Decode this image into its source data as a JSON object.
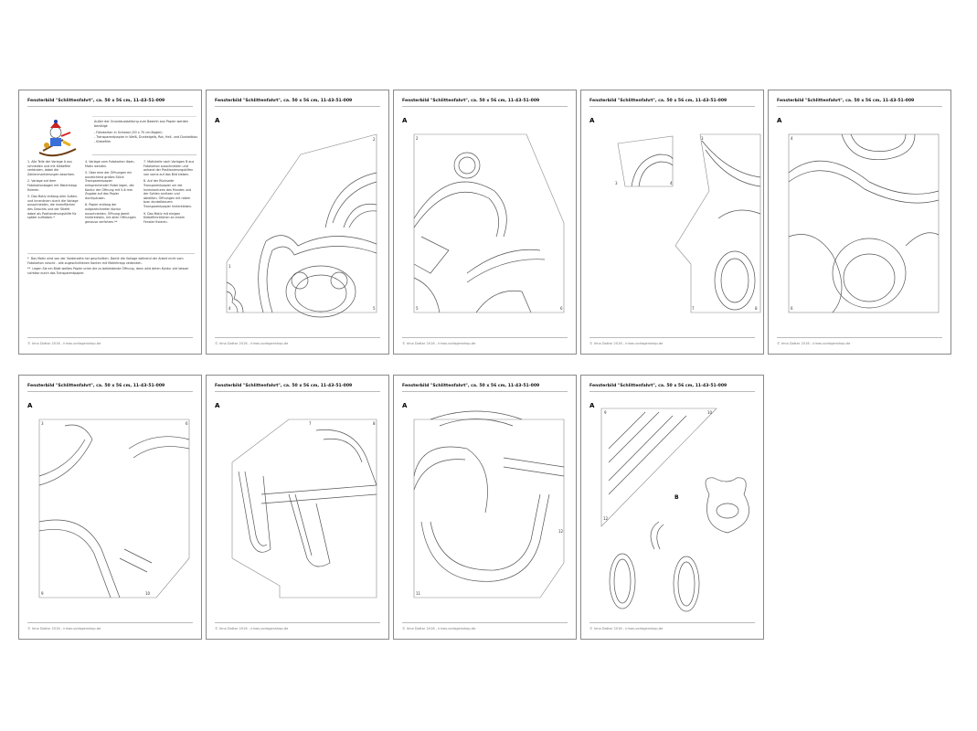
{
  "document": {
    "title": "Fensterbild \"Schlittenfahrt\", ca. 50 x 56 cm, 11-43-51-009",
    "footer": "© Irina Dottar 2016 - irinas-vorlagenshop.de",
    "section_label": "A",
    "section_label_b": "B"
  },
  "intro": {
    "heading": "Außer der Grundausstattung zum Basteln aus Papier werden benötigt:",
    "materials": [
      "- Fotokarton in Schwarz (50 x 70 cm-Bogen)",
      "- Transparentpapier in Weiß, Dunkelgelb, Rot, Hell- und Dunkelblau",
      "- Klebefilm"
    ]
  },
  "steps": [
    "1. Alle Teile der Vorlage A aus schneiden und mit Klebefilm verbinden, dabei die Zahlenmarkierungen beachten.",
    "2. Vorlage auf dem Fotokartonbogen mit Malerkrepp fixieren.",
    "3. Das Motiv entlang aller Außen- und Innenlinien durch die Vorlage ausschneiden, die Innenflächen des Gesichts und der Stiefel dabei als Positionierungshilfe für später aufheben.*",
    "4. Vorlage vom Fotokarton lösen, Motiv wenden.",
    "5. Über eine der Öffnungen ein ausreichend großes Stück Transparentpapier entsprechender Farbe legen, die Kontur der Öffnung mit 5-6 mm Zugabe auf das Papier durchpausen.",
    "6. Papier entlang der aufgezeichneten Kontur ausschneiden, Öffnung damit hinterkleben, mit allen Öffnungen genauso verfahren.**",
    "7. Motivteile nach Vorlagen B aus Fotokarton ausschneiden und anhand der Positionierungshilfen von vorne auf das Bild kleben.",
    "8. Auf der Rückseite Transparentpapier um die Innenkonturen des Mundes und der Sohlen anritzen und abreißen. Öffnungen mit rotem bzw. dunkelblauem Transparentpapier hinterkleben.",
    "9. Das Motiv mit einigen Klebefilmröllchen an einem Fenster fixieren."
  ],
  "notes": [
    {
      "mark": "*",
      "text": "Das Motiv wird von der Vorderseite her geschnitten. Damit die Vorlage während der Arbeit nicht vom Fotokarton rutscht - alle zugeschnittenen Kanten mit Malerkrepp verbinden."
    },
    {
      "mark": "**",
      "text": "Legen Sie ein Blatt weißes Papier unter die zu bekleidende Öffnung, dann wird deren Kontur viel besser sichtbar durch das Transparentpapier."
    }
  ],
  "corner_numbers": {
    "p2": [
      "2",
      "1",
      "4",
      "5"
    ],
    "p3": [
      "2",
      "5",
      "6"
    ],
    "p4": [
      "3",
      "4",
      "3",
      "7",
      "8"
    ],
    "p5": [
      "4",
      "6"
    ],
    "p6": [
      "3",
      "6",
      "9",
      "10"
    ],
    "p7": [
      "7",
      "8"
    ],
    "p8": [
      "11",
      "12"
    ],
    "p9": [
      "9",
      "10",
      "12"
    ]
  }
}
